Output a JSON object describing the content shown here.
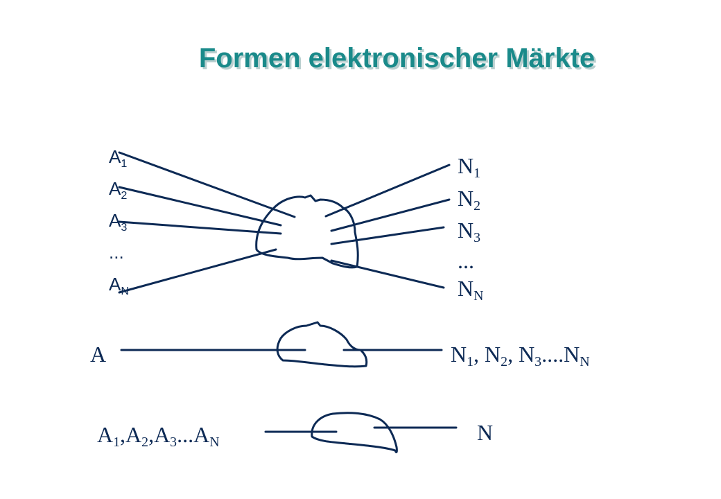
{
  "title": "Formen elektronischer Märkte",
  "sellers_top": [
    {
      "base": "A",
      "sub": "1"
    },
    {
      "base": "A",
      "sub": "2"
    },
    {
      "base": "A",
      "sub": "3"
    },
    {
      "base": "...",
      "sub": ""
    },
    {
      "base": "A",
      "sub": "N"
    }
  ],
  "buyers_top": [
    {
      "base": "N",
      "sub": "1"
    },
    {
      "base": "N",
      "sub": "2"
    },
    {
      "base": "N",
      "sub": "3"
    },
    {
      "base": "...",
      "sub": ""
    },
    {
      "base": "N",
      "sub": "N"
    }
  ],
  "row2": {
    "left": "A",
    "right": [
      {
        "base": "N",
        "sub": "1"
      },
      {
        "base": ", N",
        "sub": "2"
      },
      {
        "base": ", N",
        "sub": "3"
      },
      {
        "base": "....N",
        "sub": "N"
      }
    ]
  },
  "row3": {
    "left": [
      {
        "base": "A",
        "sub": "1"
      },
      {
        "base": ",A",
        "sub": "2"
      },
      {
        "base": ",A",
        "sub": "3"
      },
      {
        "base": "...A",
        "sub": "N"
      }
    ],
    "right": "N"
  }
}
